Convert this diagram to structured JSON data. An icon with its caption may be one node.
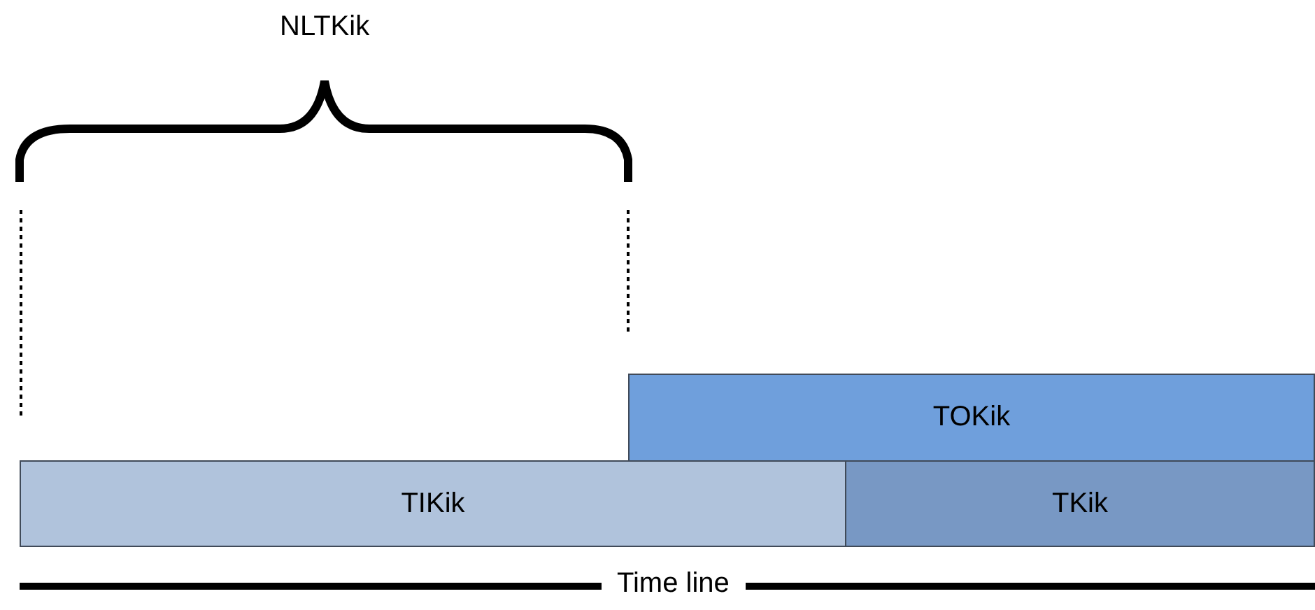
{
  "diagram": {
    "nodes": [
      {
        "text": [
          "TOKik"
        ]
      },
      {
        "text": [
          "TIKik"
        ]
      },
      {
        "text": [
          "TKik"
        ]
      }
    ],
    "labels": [
      "NLTKik",
      "Time line"
    ]
  }
}
